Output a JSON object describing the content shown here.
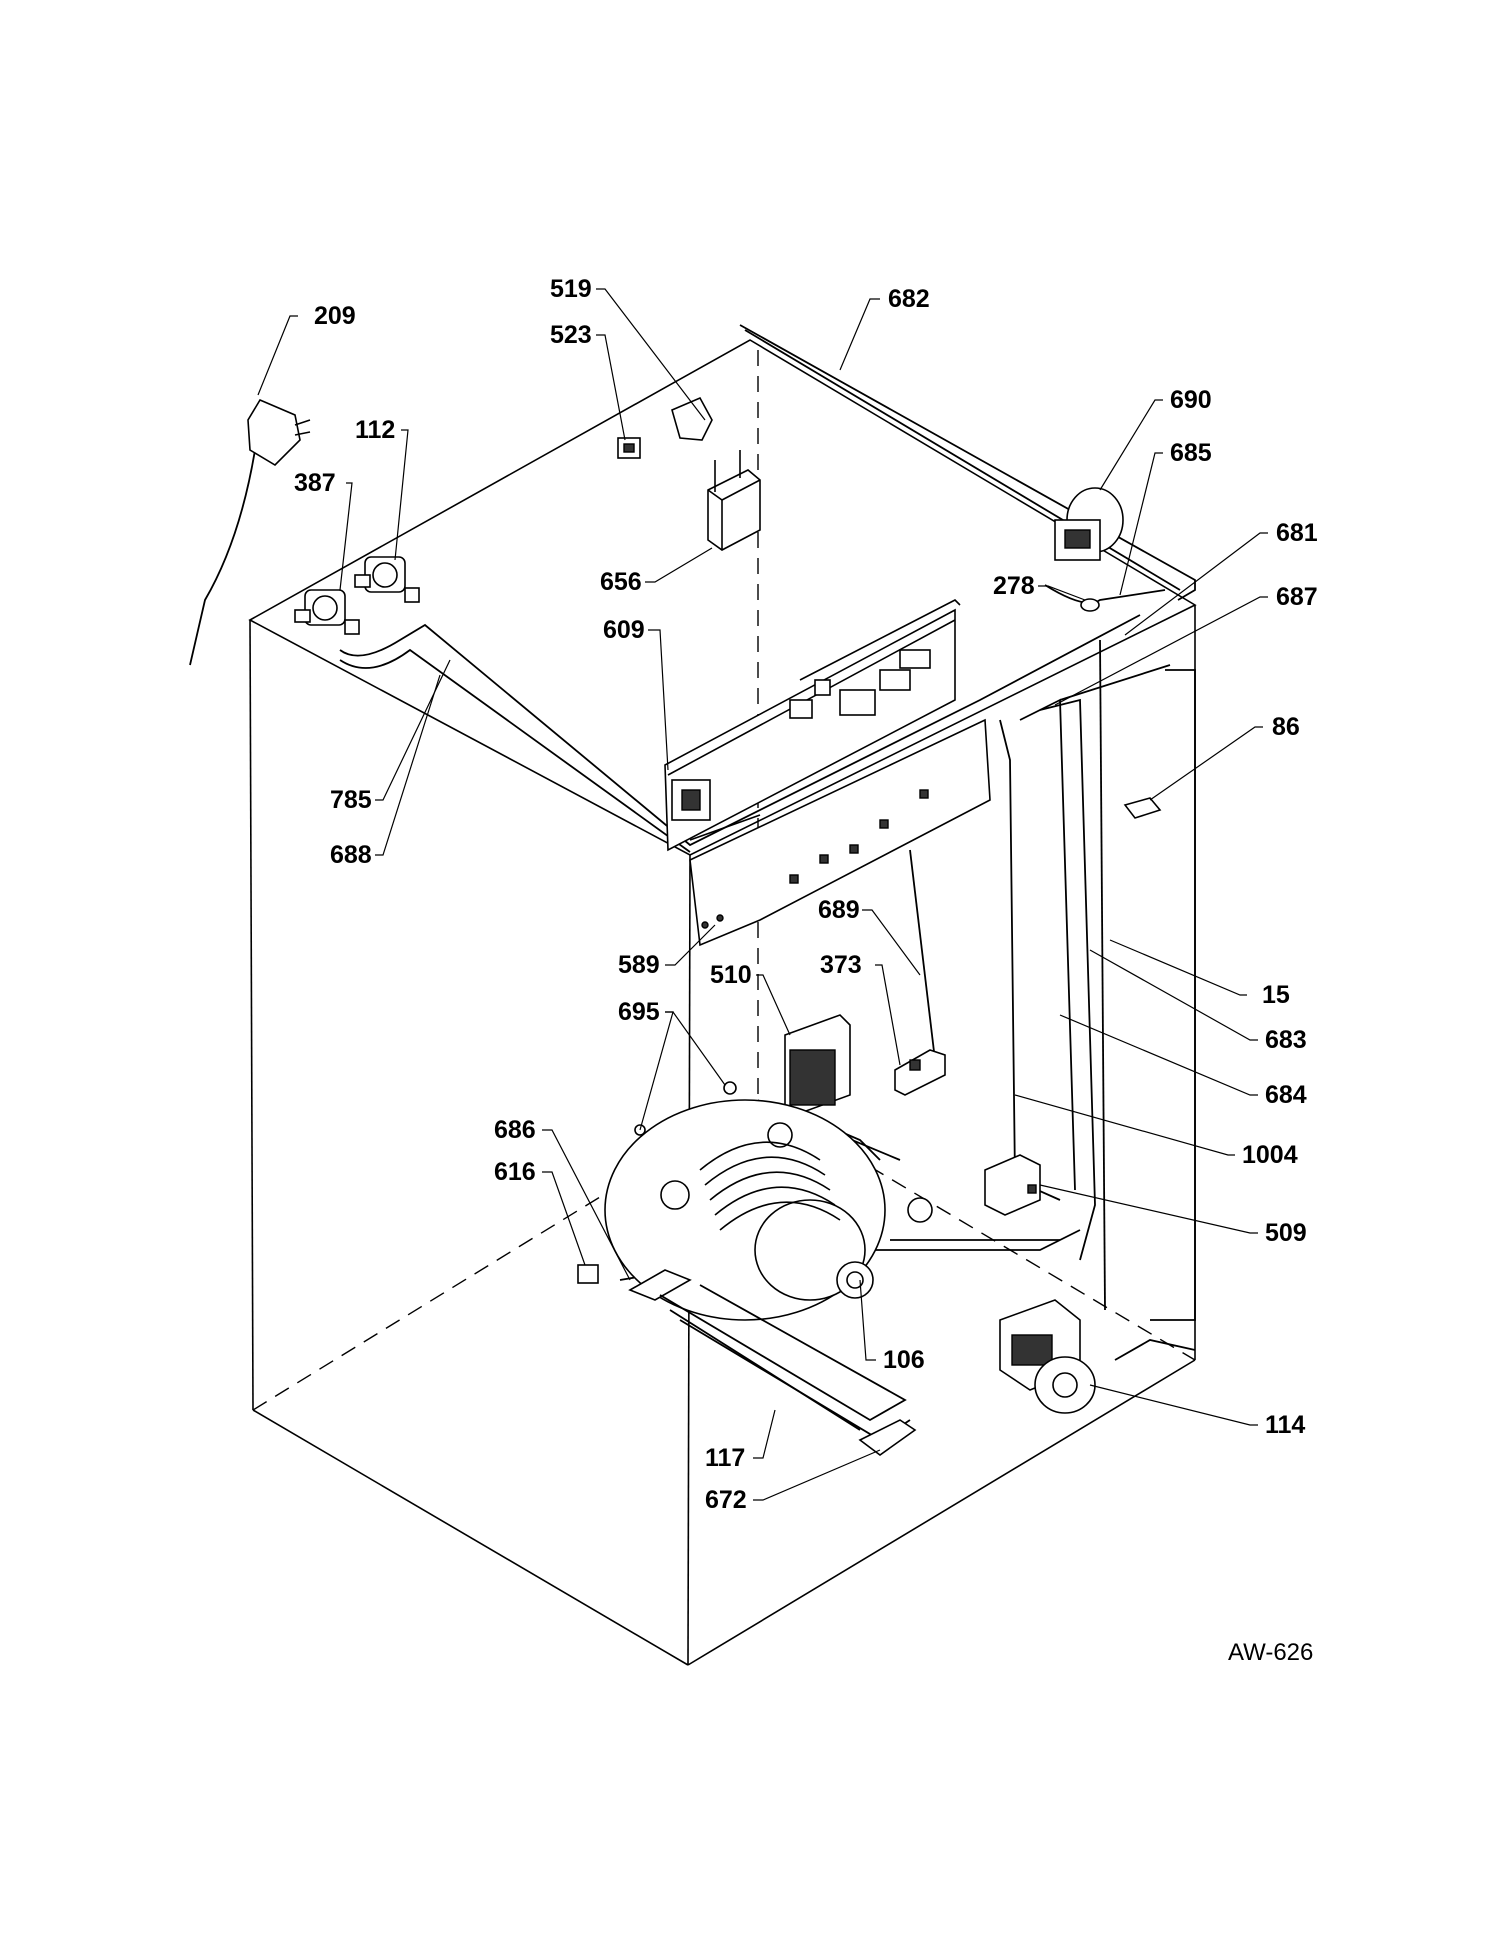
{
  "drawing_code": "AW-626",
  "callouts": [
    {
      "id": "209",
      "label": "209"
    },
    {
      "id": "519",
      "label": "519"
    },
    {
      "id": "523",
      "label": "523"
    },
    {
      "id": "682",
      "label": "682"
    },
    {
      "id": "690",
      "label": "690"
    },
    {
      "id": "685",
      "label": "685"
    },
    {
      "id": "112",
      "label": "112"
    },
    {
      "id": "387",
      "label": "387"
    },
    {
      "id": "656",
      "label": "656"
    },
    {
      "id": "681",
      "label": "681"
    },
    {
      "id": "278",
      "label": "278"
    },
    {
      "id": "687",
      "label": "687"
    },
    {
      "id": "609",
      "label": "609"
    },
    {
      "id": "86",
      "label": "86"
    },
    {
      "id": "785",
      "label": "785"
    },
    {
      "id": "688",
      "label": "688"
    },
    {
      "id": "689",
      "label": "689"
    },
    {
      "id": "589",
      "label": "589"
    },
    {
      "id": "510",
      "label": "510"
    },
    {
      "id": "373",
      "label": "373"
    },
    {
      "id": "15",
      "label": "15"
    },
    {
      "id": "695",
      "label": "695"
    },
    {
      "id": "683",
      "label": "683"
    },
    {
      "id": "684",
      "label": "684"
    },
    {
      "id": "686",
      "label": "686"
    },
    {
      "id": "1004",
      "label": "1004"
    },
    {
      "id": "616",
      "label": "616"
    },
    {
      "id": "509",
      "label": "509"
    },
    {
      "id": "106",
      "label": "106"
    },
    {
      "id": "114",
      "label": "114"
    },
    {
      "id": "117",
      "label": "117"
    },
    {
      "id": "672",
      "label": "672"
    }
  ]
}
